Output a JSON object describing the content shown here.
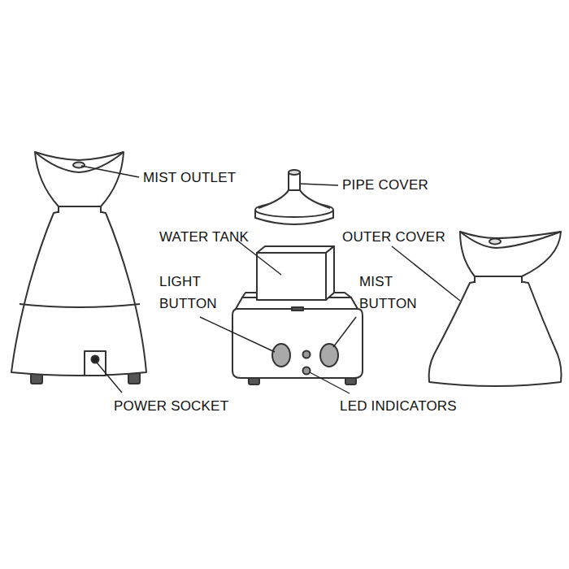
{
  "diagram": {
    "labels": [
      "MIST OUTLET",
      "PIPE COVER",
      "WATER TANK",
      "OUTER COVER",
      "LIGHT BUTTON",
      "MIST BUTTON",
      "POWER SOCKET",
      "LED INDICATORS"
    ]
  }
}
